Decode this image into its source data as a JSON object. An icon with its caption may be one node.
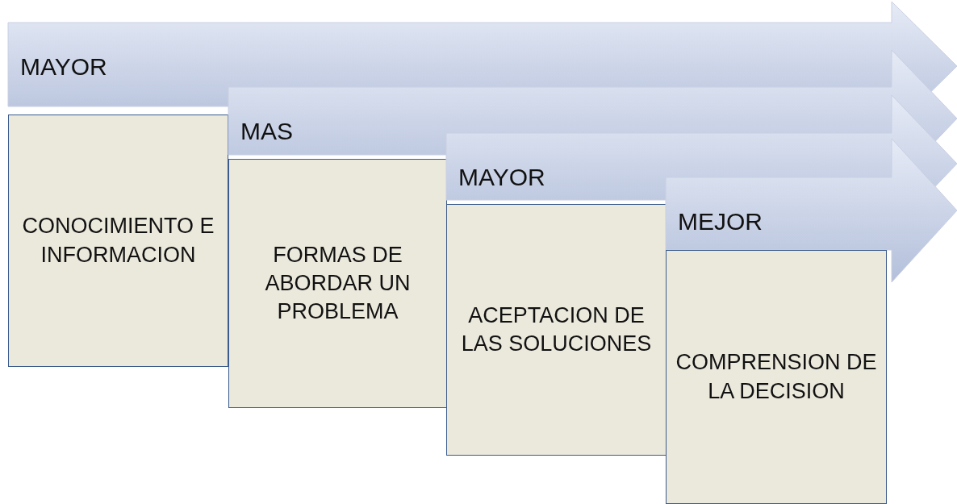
{
  "diagram": {
    "nodes": [
      {
        "text": [
          "MAYOR"
        ]
      },
      {
        "text": [
          "CONOCIMIENTO E INFORMACION"
        ]
      },
      {
        "text": [
          "MAS"
        ]
      },
      {
        "text": [
          "FORMAS DE ABORDAR UN PROBLEMA"
        ]
      },
      {
        "text": [
          "MAYOR"
        ]
      },
      {
        "text": [
          "ACEPTACION DE LAS SOLUCIONES"
        ]
      },
      {
        "text": [
          "MEJOR"
        ]
      },
      {
        "text": [
          "COMPRENSION DE LA DECISION"
        ]
      }
    ]
  }
}
